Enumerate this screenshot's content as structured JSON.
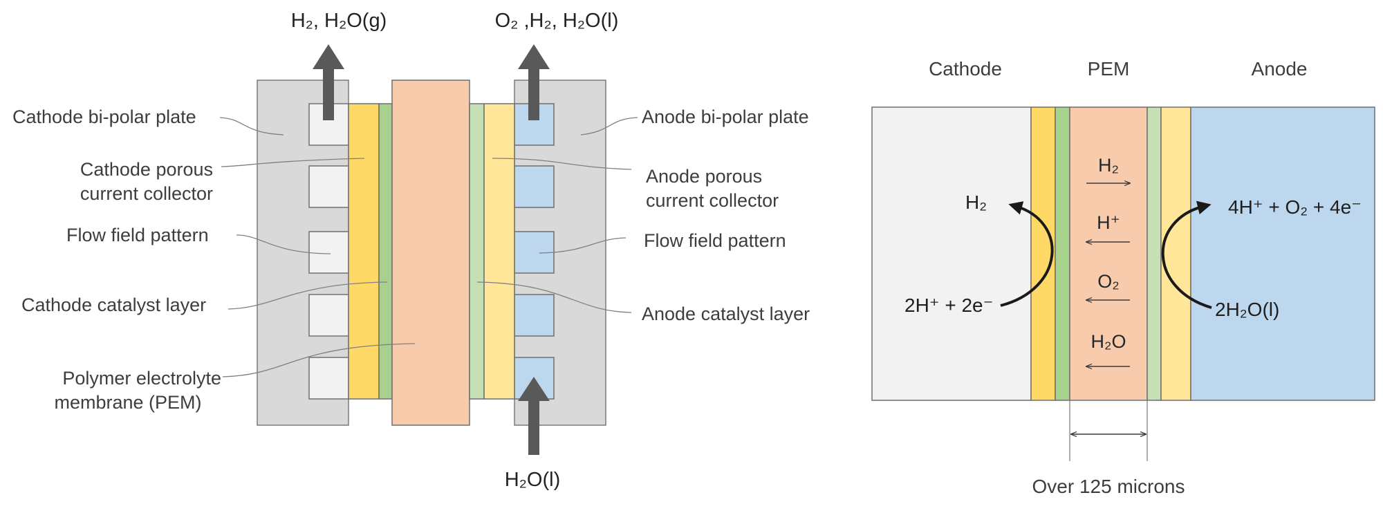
{
  "left_panel": {
    "outlet_left": "H₂, H₂O(g)",
    "outlet_right": "O₂ ,H₂, H₂O(l)",
    "inlet_bottom": "H₂O(l)",
    "left_labels": {
      "cathode_plate": "Cathode bi-polar plate",
      "cathode_collector_line1": "Cathode porous",
      "cathode_collector_line2": "current collector",
      "flow_field_left": "Flow field pattern",
      "cathode_catalyst": "Cathode catalyst layer",
      "membrane_line1": "Polymer electrolyte",
      "membrane_line2": "membrane (PEM)"
    },
    "right_labels": {
      "anode_plate": "Anode bi-polar plate",
      "anode_collector_line1": "Anode porous",
      "anode_collector_line2": "current collector",
      "flow_field_right": "Flow field pattern",
      "anode_catalyst": "Anode catalyst layer"
    }
  },
  "right_panel": {
    "headers": {
      "cathode": "Cathode",
      "pem": "PEM",
      "anode": "Anode"
    },
    "cathode_product": "H₂",
    "cathode_reactants": "2H⁺ + 2e⁻",
    "anode_products": "4H⁺ + O₂ + 4e⁻",
    "anode_reactant": "2H₂O(l)",
    "transport": [
      "H₂",
      "H⁺",
      "O₂",
      "H₂O"
    ],
    "thickness": "Over 125 microns"
  },
  "colors": {
    "plate": "#d9d9d9",
    "channel_cathode": "#f2f2f2",
    "channel_anode": "#bdd7ee",
    "collector_cathode": "#ffd966",
    "collector_anode": "#ffe699",
    "catalyst_cathode": "#a9d18e",
    "catalyst_anode": "#c5e0b4",
    "membrane": "#f8cbad",
    "arrow": "#595959",
    "anode_region": "#bdd7ee",
    "cathode_region": "#f2f2f2"
  }
}
